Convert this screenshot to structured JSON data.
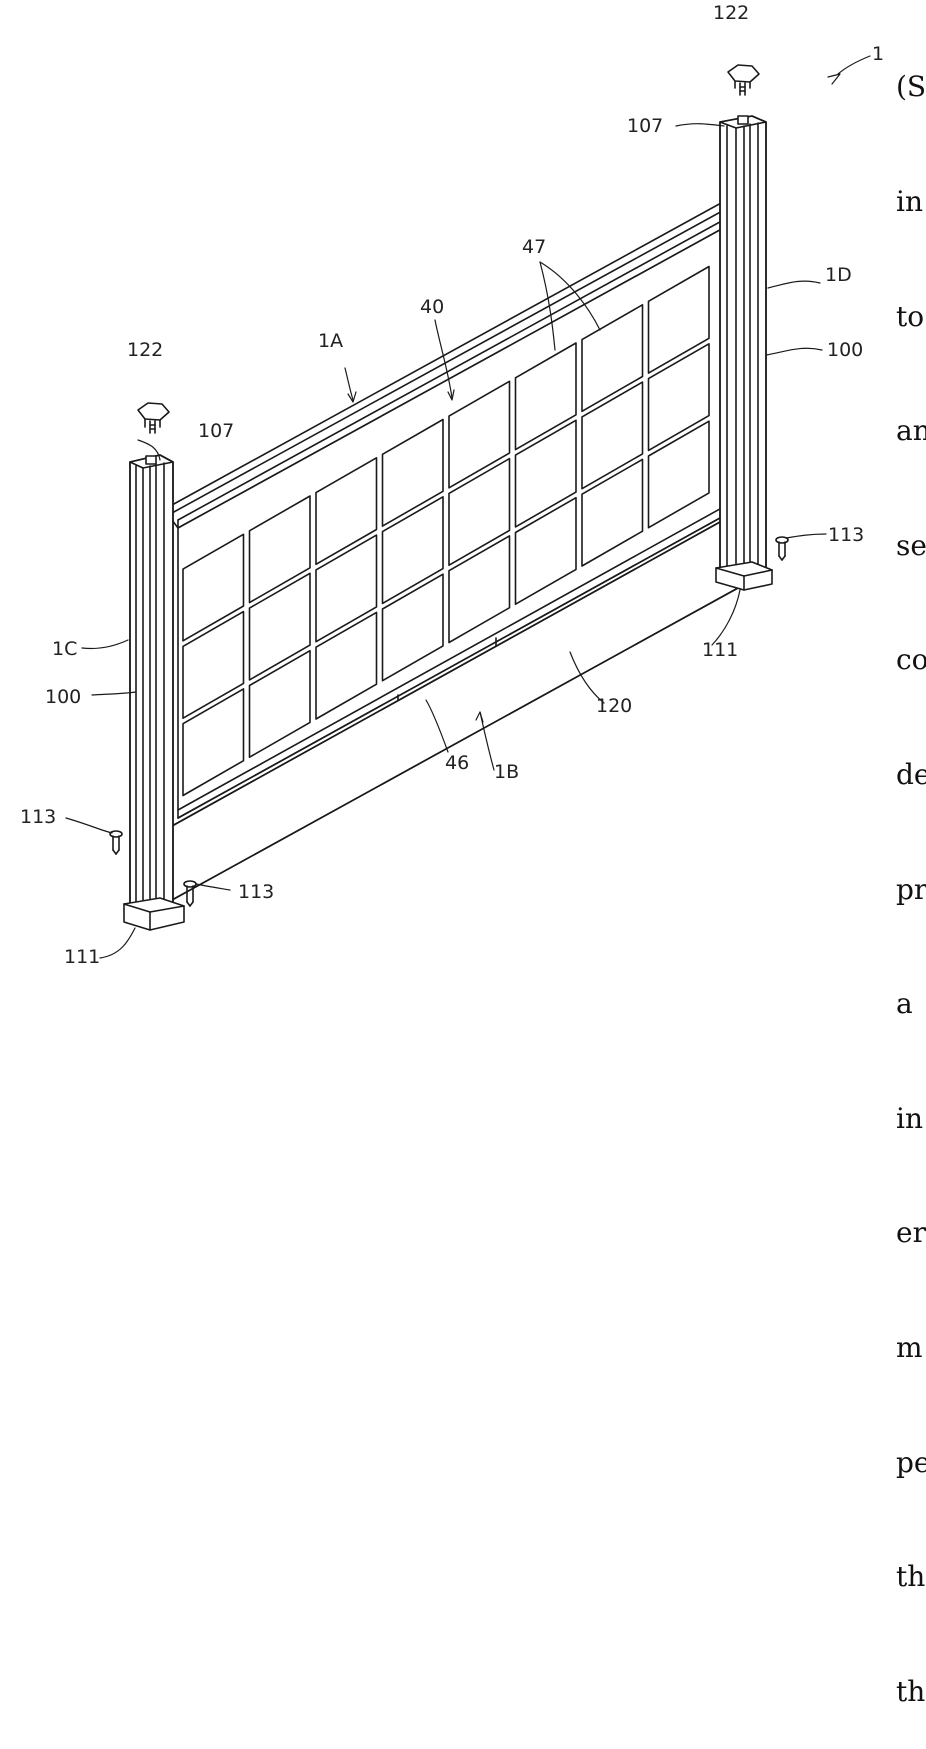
{
  "labels": {
    "ref_1": "1",
    "ref_1A": "1A",
    "ref_1B": "1B",
    "ref_1C": "1C",
    "ref_1D": "1D",
    "ref_40": "40",
    "ref_46": "46",
    "ref_47": "47",
    "ref_100_left": "100",
    "ref_100_right": "100",
    "ref_107_left": "107",
    "ref_107_right": "107",
    "ref_111_left": "111",
    "ref_111_right": "111",
    "ref_113_left": "113",
    "ref_113_mid": "113",
    "ref_113_right": "113",
    "ref_120": "120",
    "ref_122_left": "122",
    "ref_122_right": "122"
  },
  "side_text_fragments": [
    "(S",
    "in",
    "to",
    "an",
    "se",
    "co",
    "de",
    "pr",
    "a",
    "in",
    "er",
    "m",
    "pe",
    "th",
    "th"
  ]
}
